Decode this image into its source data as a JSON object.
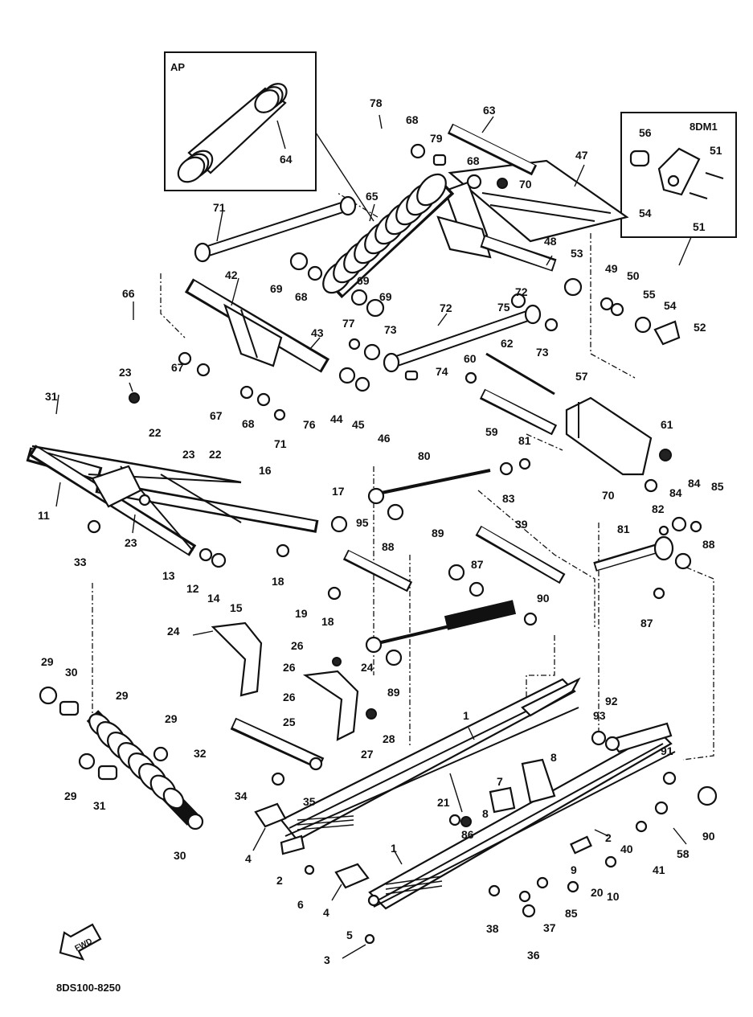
{
  "inset_ap": {
    "title": "AP",
    "part": "64"
  },
  "inset_8dm1": {
    "title": "8DM1"
  },
  "drawing_code": "8DS100-8250",
  "fwd_arrow": "FWD",
  "callouts": [
    "1",
    "1",
    "2",
    "2",
    "3",
    "4",
    "4",
    "5",
    "6",
    "7",
    "8",
    "8",
    "9",
    "10",
    "11",
    "12",
    "13",
    "14",
    "15",
    "16",
    "17",
    "18",
    "18",
    "19",
    "20",
    "21",
    "22",
    "22",
    "23",
    "23",
    "23",
    "24",
    "24",
    "25",
    "26",
    "26",
    "26",
    "27",
    "28",
    "29",
    "29",
    "29",
    "29",
    "30",
    "30",
    "31",
    "31",
    "32",
    "33",
    "34",
    "35",
    "36",
    "37",
    "38",
    "39",
    "40",
    "41",
    "42",
    "43",
    "44",
    "45",
    "46",
    "47",
    "48",
    "49",
    "50",
    "51",
    "51",
    "52",
    "53",
    "54",
    "54",
    "55",
    "56",
    "57",
    "58",
    "59",
    "60",
    "61",
    "62",
    "63",
    "65",
    "66",
    "67",
    "67",
    "68",
    "68",
    "68",
    "68",
    "69",
    "69",
    "69",
    "70",
    "70",
    "71",
    "71",
    "72",
    "72",
    "73",
    "73",
    "74",
    "75",
    "76",
    "77",
    "78",
    "79",
    "80",
    "81",
    "81",
    "82",
    "83",
    "84",
    "84",
    "85",
    "85",
    "86",
    "87",
    "87",
    "88",
    "88",
    "89",
    "89",
    "90",
    "90",
    "91",
    "92",
    "93",
    "95"
  ]
}
